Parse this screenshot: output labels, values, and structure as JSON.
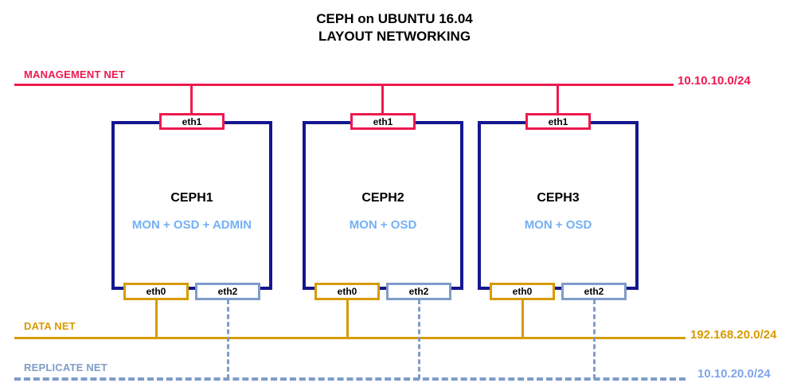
{
  "title": {
    "line1": "CEPH on UBUNTU 16.04",
    "line2": "LAYOUT NETWORKING"
  },
  "networks": {
    "management": {
      "label": "MANAGEMENT NET",
      "cidr": "10.10.10.0/24",
      "color": "#ED1A4F",
      "style": "solid"
    },
    "data": {
      "label": "DATA NET",
      "cidr": "192.168.20.0/24",
      "color": "#D79B00",
      "style": "solid"
    },
    "replicate": {
      "label": "REPLICATE NET",
      "cidr": "10.10.20.0/24",
      "color": "#7E9CC9",
      "cidr_color": "#7FA4EC",
      "style": "dashed"
    }
  },
  "nodes": [
    {
      "name": "CEPH1",
      "roles": "MON + OSD + ADMIN",
      "interfaces": {
        "eth1": "eth1",
        "eth0": "eth0",
        "eth2": "eth2"
      }
    },
    {
      "name": "CEPH2",
      "roles": "MON + OSD",
      "interfaces": {
        "eth1": "eth1",
        "eth0": "eth0",
        "eth2": "eth2"
      }
    },
    {
      "name": "CEPH3",
      "roles": "MON + OSD",
      "interfaces": {
        "eth1": "eth1",
        "eth0": "eth0",
        "eth2": "eth2"
      }
    }
  ],
  "colors": {
    "management_red": "#ED1A4F",
    "node_border_navy": "#15168F",
    "data_orange": "#D79B00",
    "replicate_steel_blue": "#7E9CC9",
    "roles_text_blue": "#74B0F4",
    "replicate_cidr_blue": "#7FA4EC"
  }
}
